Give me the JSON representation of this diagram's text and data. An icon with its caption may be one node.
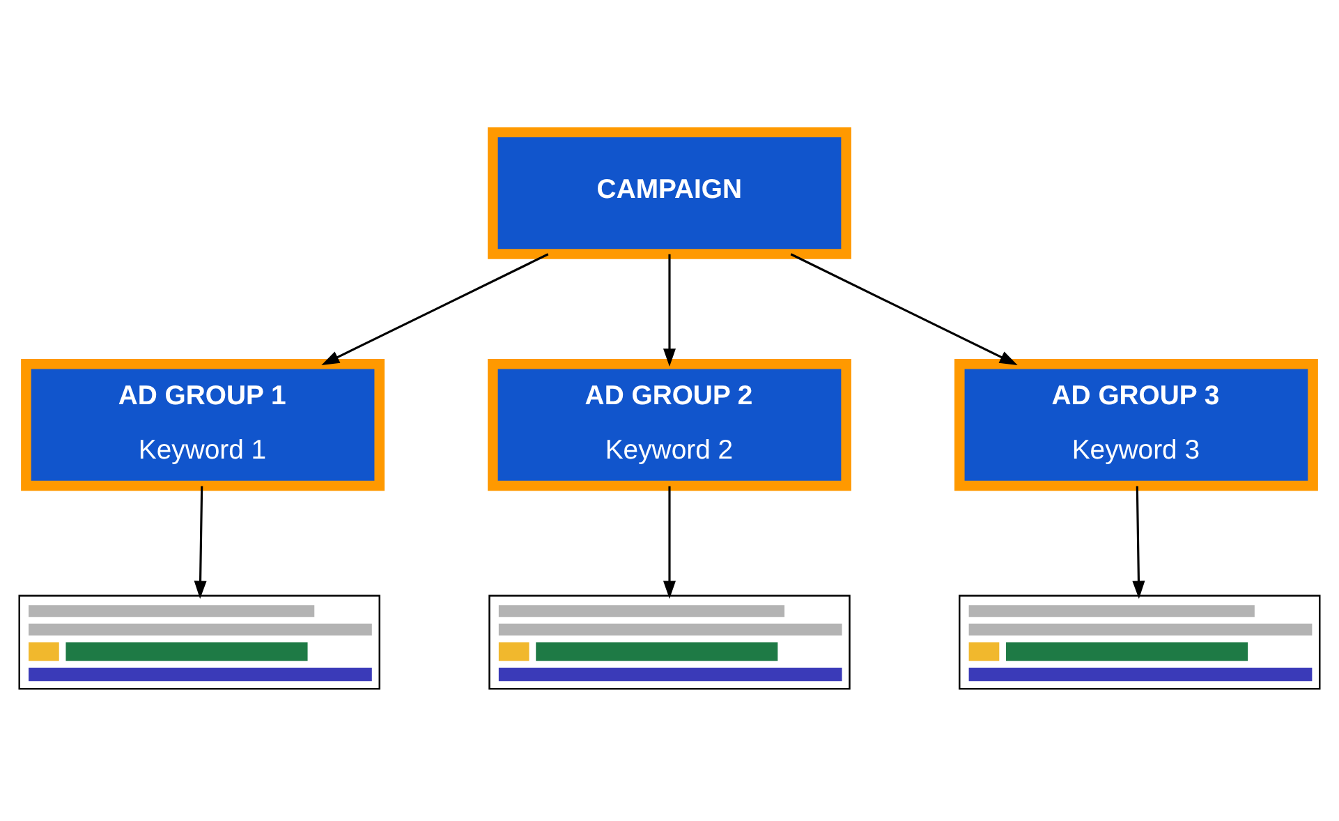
{
  "diagram": {
    "nodes": [
      {
        "text": [
          "CAMPAIGN"
        ]
      },
      {
        "text": [
          "AD GROUP 1",
          "Keyword 1"
        ]
      },
      {
        "text": [
          "AD GROUP 2",
          "Keyword 2"
        ]
      },
      {
        "text": [
          "AD GROUP 3",
          "Keyword 3"
        ]
      },
      {
        "text": [],
        "shape": "picture"
      },
      {
        "text": [],
        "shape": "picture"
      },
      {
        "text": [],
        "shape": "picture"
      }
    ],
    "edges": [
      {
        "from": 0,
        "to": 1,
        "arrow": "to"
      },
      {
        "from": 0,
        "to": 2,
        "arrow": "to"
      },
      {
        "from": 0,
        "to": 3,
        "arrow": "to"
      },
      {
        "from": 1,
        "to": 4,
        "arrow": "to"
      },
      {
        "from": 2,
        "to": 5,
        "arrow": "to"
      },
      {
        "from": 3,
        "to": 6,
        "arrow": "to"
      }
    ]
  }
}
